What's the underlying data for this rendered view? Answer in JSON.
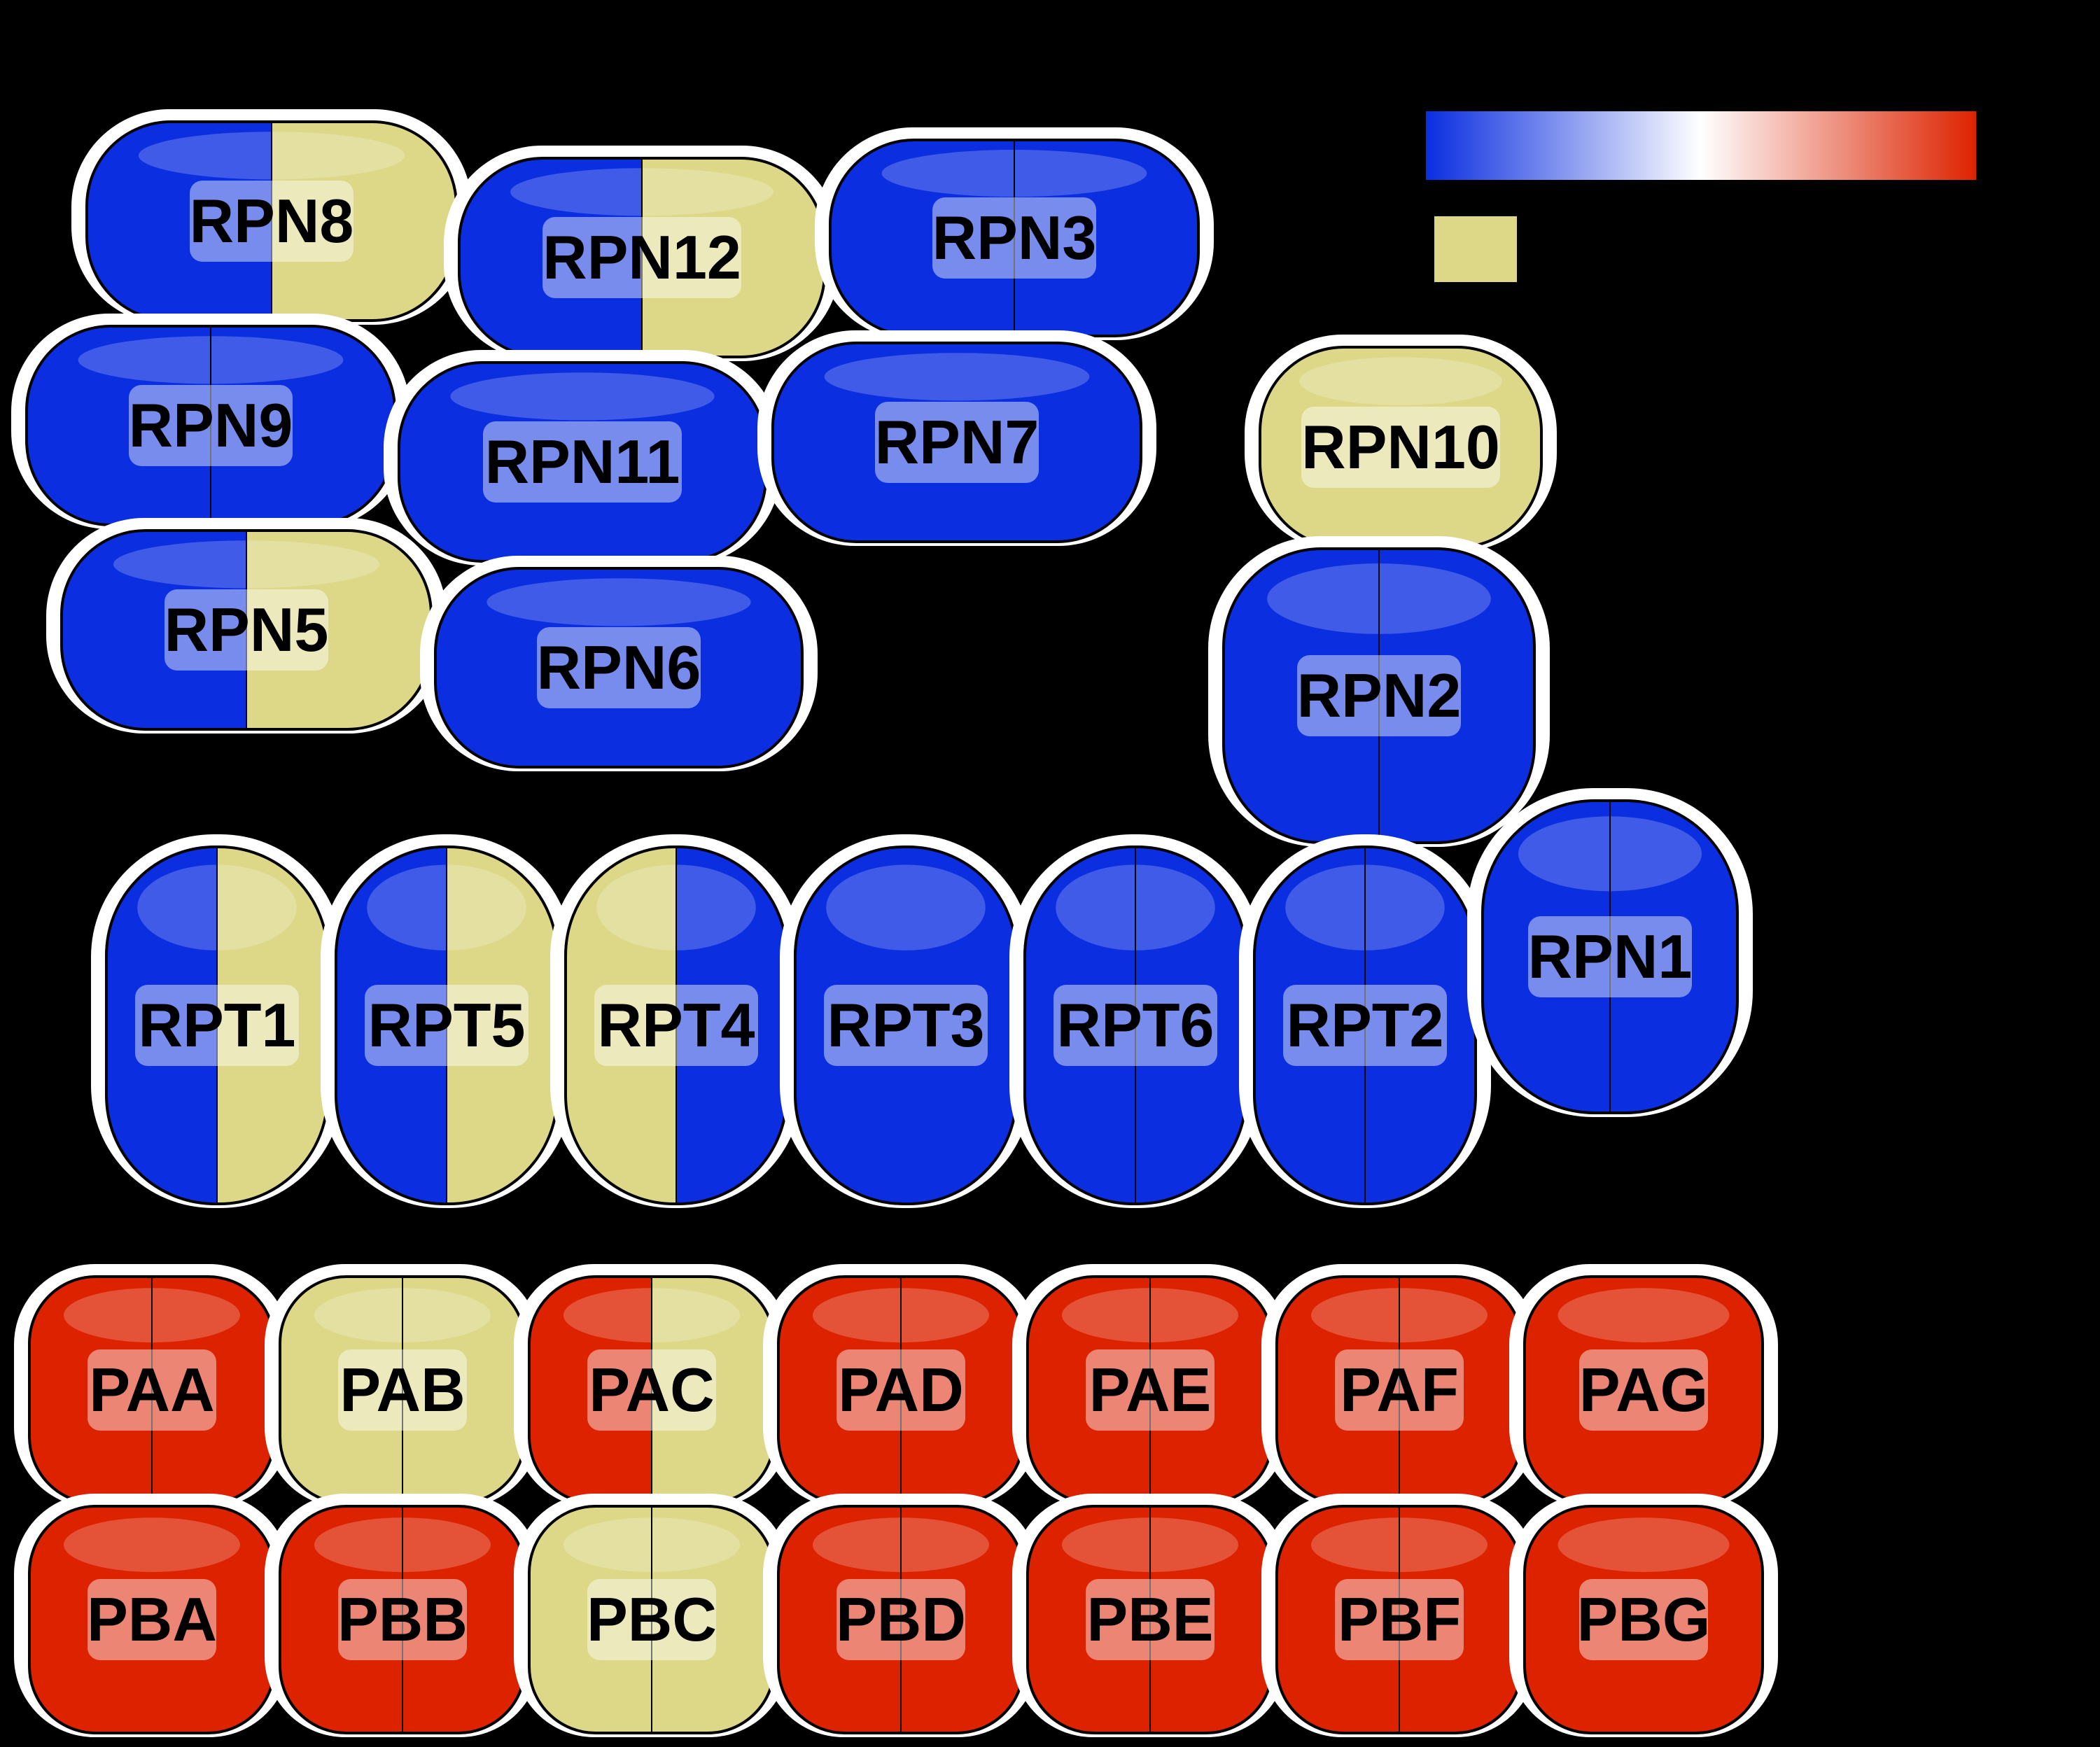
{
  "colors": {
    "background": "#000000",
    "blue": "#0a2ee0",
    "red": "#dd2200",
    "khaki": "#ddd888",
    "label_box": "#ffffff"
  },
  "legend": {
    "gradient": [
      "#0a2ee0",
      "#ffffff",
      "#dd2200"
    ],
    "swatch_color": "#ddd888"
  },
  "subunits": [
    {
      "id": "RPN8",
      "label": "RPN8",
      "fills": [
        "blue",
        "khaki"
      ]
    },
    {
      "id": "RPN12",
      "label": "RPN12",
      "fills": [
        "blue",
        "khaki"
      ]
    },
    {
      "id": "RPN3",
      "label": "RPN3",
      "fills": [
        "blue",
        "blue"
      ]
    },
    {
      "id": "RPN9",
      "label": "RPN9",
      "fills": [
        "blue",
        "blue"
      ]
    },
    {
      "id": "RPN11",
      "label": "RPN11",
      "fills": [
        "blue"
      ]
    },
    {
      "id": "RPN7",
      "label": "RPN7",
      "fills": [
        "blue"
      ]
    },
    {
      "id": "RPN10",
      "label": "RPN10",
      "fills": [
        "khaki"
      ]
    },
    {
      "id": "RPN5",
      "label": "RPN5",
      "fills": [
        "blue",
        "khaki"
      ]
    },
    {
      "id": "RPN6",
      "label": "RPN6",
      "fills": [
        "blue"
      ]
    },
    {
      "id": "RPN2",
      "label": "RPN2",
      "fills": [
        "blue",
        "blue"
      ]
    },
    {
      "id": "RPT1",
      "label": "RPT1",
      "fills": [
        "blue",
        "khaki"
      ]
    },
    {
      "id": "RPT5",
      "label": "RPT5",
      "fills": [
        "blue",
        "khaki"
      ]
    },
    {
      "id": "RPT4",
      "label": "RPT4",
      "fills": [
        "khaki",
        "blue"
      ]
    },
    {
      "id": "RPT3",
      "label": "RPT3",
      "fills": [
        "blue"
      ]
    },
    {
      "id": "RPT6",
      "label": "RPT6",
      "fills": [
        "blue",
        "blue"
      ]
    },
    {
      "id": "RPT2",
      "label": "RPT2",
      "fills": [
        "blue",
        "blue"
      ]
    },
    {
      "id": "RPN1",
      "label": "RPN1",
      "fills": [
        "blue",
        "blue"
      ]
    },
    {
      "id": "PAA",
      "label": "PAA",
      "fills": [
        "red",
        "red"
      ]
    },
    {
      "id": "PAB",
      "label": "PAB",
      "fills": [
        "khaki",
        "khaki"
      ]
    },
    {
      "id": "PAC",
      "label": "PAC",
      "fills": [
        "red",
        "khaki"
      ]
    },
    {
      "id": "PAD",
      "label": "PAD",
      "fills": [
        "red",
        "red"
      ]
    },
    {
      "id": "PAE",
      "label": "PAE",
      "fills": [
        "red",
        "red"
      ]
    },
    {
      "id": "PAF",
      "label": "PAF",
      "fills": [
        "red",
        "red"
      ]
    },
    {
      "id": "PAG",
      "label": "PAG",
      "fills": [
        "red"
      ]
    },
    {
      "id": "PBA",
      "label": "PBA",
      "fills": [
        "red"
      ]
    },
    {
      "id": "PBB",
      "label": "PBB",
      "fills": [
        "red",
        "red"
      ]
    },
    {
      "id": "PBC",
      "label": "PBC",
      "fills": [
        "khaki",
        "khaki"
      ]
    },
    {
      "id": "PBD",
      "label": "PBD",
      "fills": [
        "red",
        "red"
      ]
    },
    {
      "id": "PBE",
      "label": "PBE",
      "fills": [
        "red",
        "red"
      ]
    },
    {
      "id": "PBF",
      "label": "PBF",
      "fills": [
        "red",
        "red"
      ]
    },
    {
      "id": "PBG",
      "label": "PBG",
      "fills": [
        "red"
      ]
    }
  ]
}
